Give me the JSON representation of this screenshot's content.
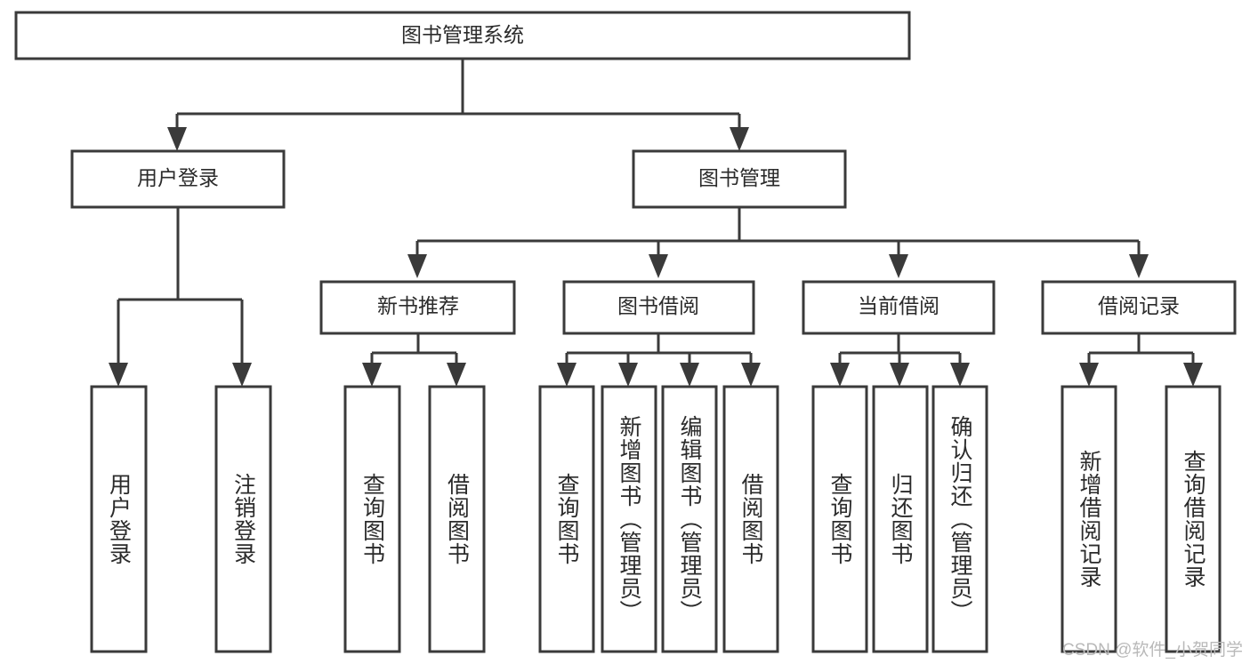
{
  "diagram": {
    "title": "图书管理系统",
    "type": "tree",
    "watermark": "CSDN @软件_小贺同学",
    "colors": {
      "box_stroke": "#3a3a3a",
      "box_fill": "#ffffff",
      "text": "#2b2b2b",
      "connector": "#3a3a3a",
      "watermark": "#b9b9b9",
      "background": "#ffffff"
    },
    "root": {
      "label": "图书管理系统"
    },
    "level2": [
      {
        "label": "用户登录"
      },
      {
        "label": "图书管理"
      }
    ],
    "level3": [
      {
        "label": "新书推荐"
      },
      {
        "label": "图书借阅"
      },
      {
        "label": "当前借阅"
      },
      {
        "label": "借阅记录"
      }
    ],
    "leaves": {
      "user_login": [
        {
          "label": "用户登录"
        },
        {
          "label": "注销登录"
        }
      ],
      "new_book_recommend": [
        {
          "label": "查询图书"
        },
        {
          "label": "借阅图书"
        }
      ],
      "book_borrow": [
        {
          "label": "查询图书"
        },
        {
          "label": "新增图书（管理员）"
        },
        {
          "label": "编辑图书（管理员）"
        },
        {
          "label": "借阅图书"
        }
      ],
      "current_borrow": [
        {
          "label": "查询图书"
        },
        {
          "label": "归还图书"
        },
        {
          "label": "确认归还（管理员）"
        }
      ],
      "borrow_record": [
        {
          "label": "新增借阅记录"
        },
        {
          "label": "查询借阅记录"
        }
      ]
    }
  }
}
